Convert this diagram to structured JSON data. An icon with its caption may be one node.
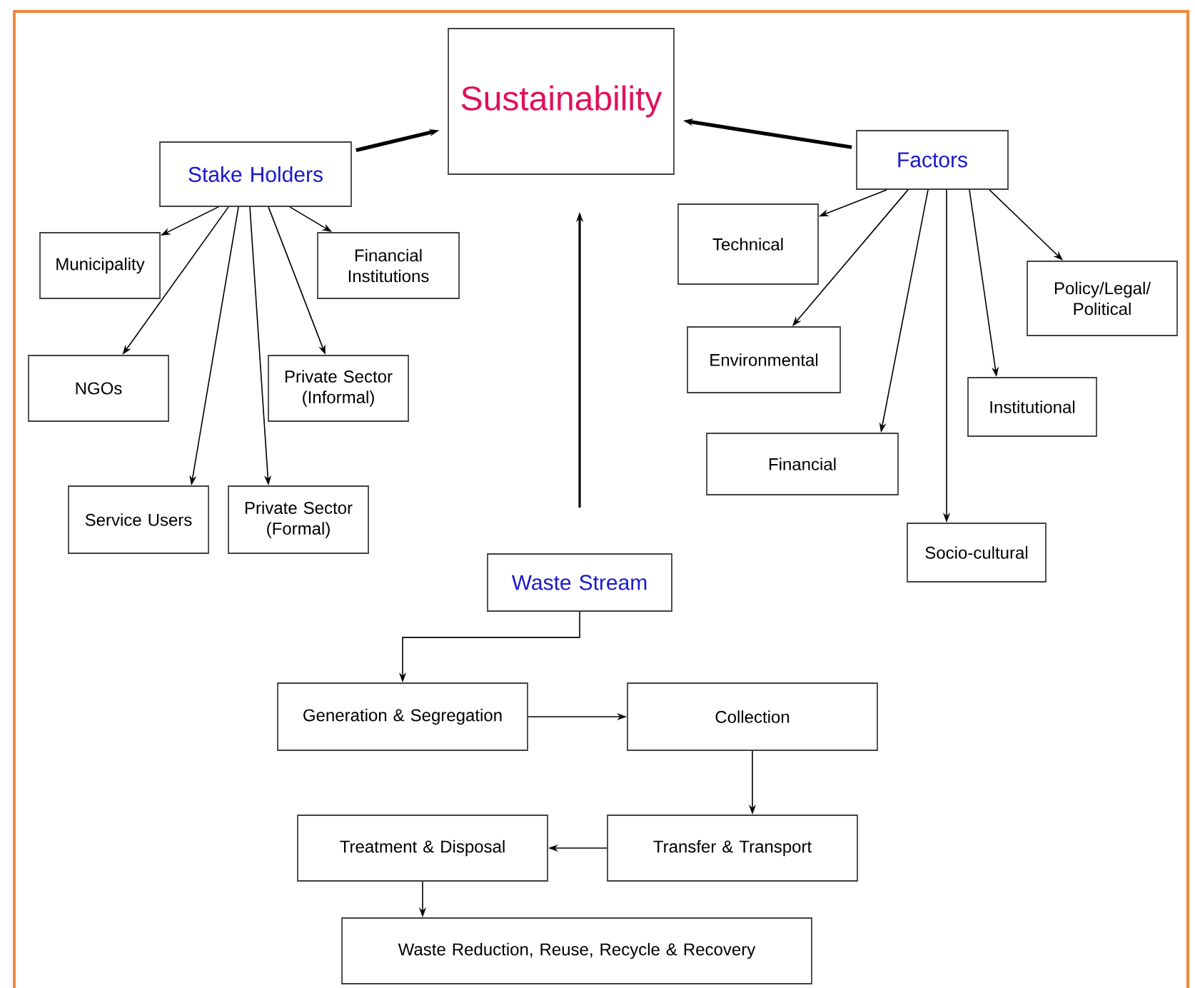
{
  "diagram": {
    "nodes": [
      {
        "text": [
          "Sustainability"
        ]
      },
      {
        "text": [
          "Stake Holders"
        ]
      },
      {
        "text": [
          "Municipality"
        ]
      },
      {
        "text": [
          "Financial Institutions"
        ]
      },
      {
        "text": [
          "NGOs"
        ]
      },
      {
        "text": [
          "Private Sector (Informal)"
        ]
      },
      {
        "text": [
          "Service Users"
        ]
      },
      {
        "text": [
          "Private Sector (Formal)"
        ]
      },
      {
        "text": [
          "Factors"
        ]
      },
      {
        "text": [
          "Technical"
        ]
      },
      {
        "text": [
          "Policy/Legal/ Political"
        ]
      },
      {
        "text": [
          "Environmental"
        ]
      },
      {
        "text": [
          "Institutional"
        ]
      },
      {
        "text": [
          "Financial"
        ]
      },
      {
        "text": [
          "Socio-cultural"
        ]
      },
      {
        "text": [
          "Waste Stream"
        ]
      },
      {
        "text": [
          "Generation & Segregation"
        ]
      },
      {
        "text": [
          "Collection"
        ]
      },
      {
        "text": [
          "Transfer & Transport"
        ]
      },
      {
        "text": [
          "Treatment & Disposal"
        ]
      },
      {
        "text": [
          "Waste Reduction, Reuse, Recycle & Recovery"
        ]
      }
    ],
    "edges": [
      {
        "from": 1,
        "to": 0,
        "arrow": "to",
        "style": "thick"
      },
      {
        "from": 8,
        "to": 0,
        "arrow": "to",
        "style": "thick"
      },
      {
        "from": 15,
        "to": 0,
        "arrow": "to"
      },
      {
        "from": 1,
        "to": 2,
        "arrow": "to"
      },
      {
        "from": 1,
        "to": 3,
        "arrow": "to"
      },
      {
        "from": 1,
        "to": 4,
        "arrow": "to"
      },
      {
        "from": 1,
        "to": 5,
        "arrow": "to"
      },
      {
        "from": 1,
        "to": 6,
        "arrow": "to"
      },
      {
        "from": 1,
        "to": 7,
        "arrow": "to"
      },
      {
        "from": 8,
        "to": 9,
        "arrow": "to"
      },
      {
        "from": 8,
        "to": 10,
        "arrow": "to"
      },
      {
        "from": 8,
        "to": 11,
        "arrow": "to"
      },
      {
        "from": 8,
        "to": 12,
        "arrow": "to"
      },
      {
        "from": 8,
        "to": 13,
        "arrow": "to"
      },
      {
        "from": 8,
        "to": 14,
        "arrow": "to"
      },
      {
        "from": 15,
        "to": 16,
        "arrow": "to"
      },
      {
        "from": 16,
        "to": 17,
        "arrow": "to"
      },
      {
        "from": 17,
        "to": 18,
        "arrow": "to"
      },
      {
        "from": 18,
        "to": 19,
        "arrow": "to"
      },
      {
        "from": 19,
        "to": 20,
        "arrow": "to"
      }
    ]
  }
}
